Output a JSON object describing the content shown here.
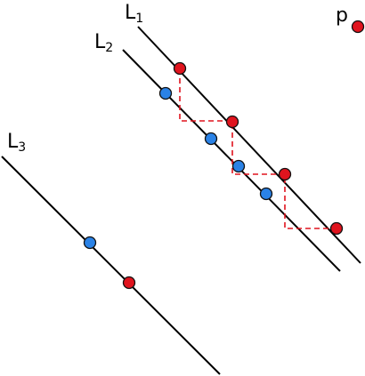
{
  "lines": [
    {
      "id": "L1",
      "label": "L",
      "subscript": "1"
    },
    {
      "id": "L2",
      "label": "L",
      "subscript": "2"
    },
    {
      "id": "L3",
      "label": "L",
      "subscript": "3"
    }
  ],
  "point_p": {
    "label": "p"
  },
  "colors": {
    "red_point": "#e0141e",
    "blue_point": "#2a82e6",
    "point_stroke": "#111111",
    "line": "#000000",
    "dashed": "#e0141e"
  }
}
